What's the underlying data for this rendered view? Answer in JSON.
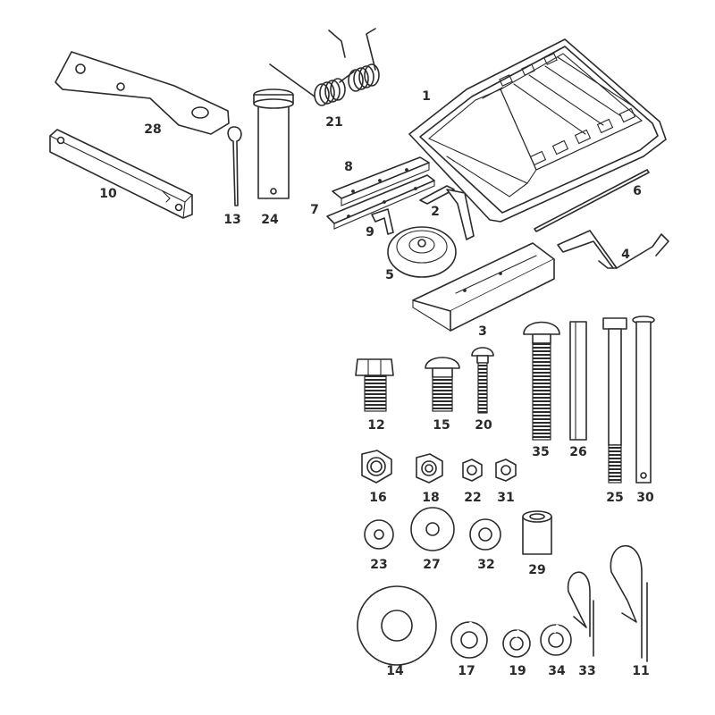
{
  "parts": [
    {
      "id": "p1",
      "number": "1"
    },
    {
      "id": "p2",
      "number": "2"
    },
    {
      "id": "p3",
      "number": "3"
    },
    {
      "id": "p4",
      "number": "4"
    },
    {
      "id": "p5",
      "number": "5"
    },
    {
      "id": "p6",
      "number": "6"
    },
    {
      "id": "p7",
      "number": "7"
    },
    {
      "id": "p8",
      "number": "8"
    },
    {
      "id": "p9",
      "number": "9"
    },
    {
      "id": "p10",
      "number": "10"
    },
    {
      "id": "p11",
      "number": "11"
    },
    {
      "id": "p12",
      "number": "12"
    },
    {
      "id": "p13",
      "number": "13"
    },
    {
      "id": "p14",
      "number": "14"
    },
    {
      "id": "p15",
      "number": "15"
    },
    {
      "id": "p16",
      "number": "16"
    },
    {
      "id": "p17",
      "number": "17"
    },
    {
      "id": "p18",
      "number": "18"
    },
    {
      "id": "p19",
      "number": "19"
    },
    {
      "id": "p20",
      "number": "20"
    },
    {
      "id": "p21",
      "number": "21"
    },
    {
      "id": "p22",
      "number": "22"
    },
    {
      "id": "p23",
      "number": "23"
    },
    {
      "id": "p24",
      "number": "24"
    },
    {
      "id": "p25",
      "number": "25"
    },
    {
      "id": "p26",
      "number": "26"
    },
    {
      "id": "p27",
      "number": "27"
    },
    {
      "id": "p28",
      "number": "28"
    },
    {
      "id": "p29",
      "number": "29"
    },
    {
      "id": "p30",
      "number": "30"
    },
    {
      "id": "p31",
      "number": "31"
    },
    {
      "id": "p32",
      "number": "32"
    },
    {
      "id": "p33",
      "number": "33"
    },
    {
      "id": "p34",
      "number": "34"
    },
    {
      "id": "p35",
      "number": "35"
    }
  ]
}
